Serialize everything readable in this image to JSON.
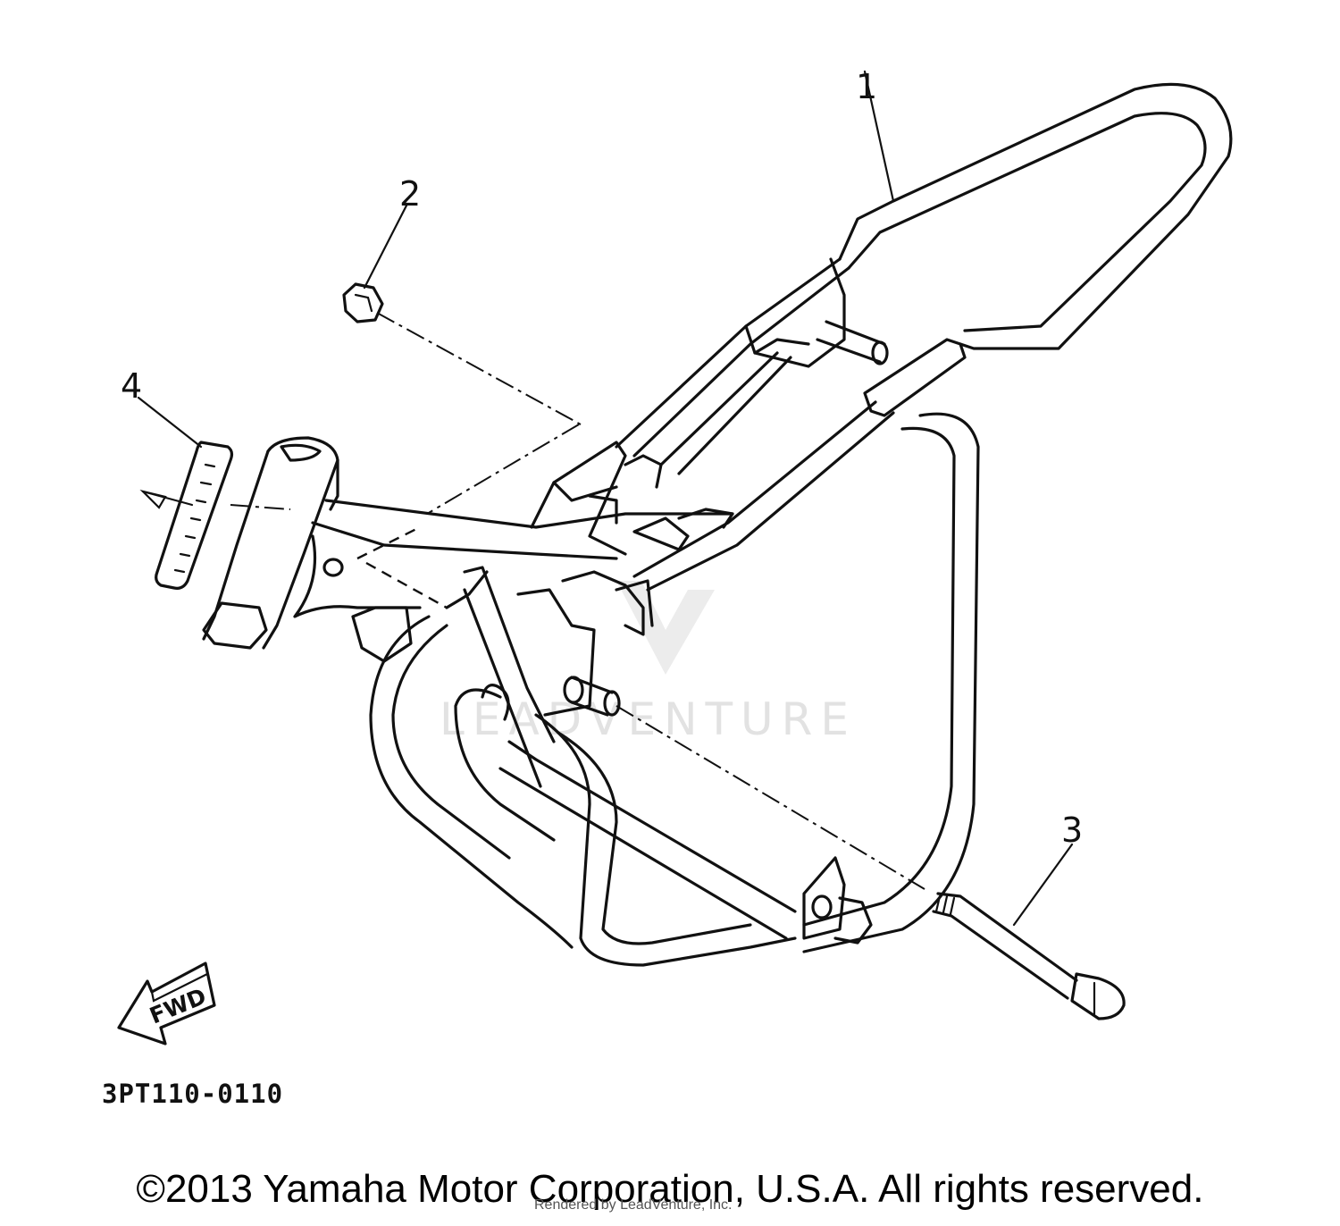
{
  "diagram": {
    "callouts": [
      {
        "id": "1",
        "label": "1"
      },
      {
        "id": "2",
        "label": "2"
      },
      {
        "id": "3",
        "label": "3"
      },
      {
        "id": "4",
        "label": "4"
      }
    ],
    "part_code": "3PT110-0110",
    "fwd_label": "FWD",
    "watermark": "LEADVENTURE"
  },
  "footer": {
    "copyright": "©2013 Yamaha Motor Corporation, U.S.A. All rights reserved.",
    "rendered_by": "Rendered by LeadVenture, Inc."
  }
}
